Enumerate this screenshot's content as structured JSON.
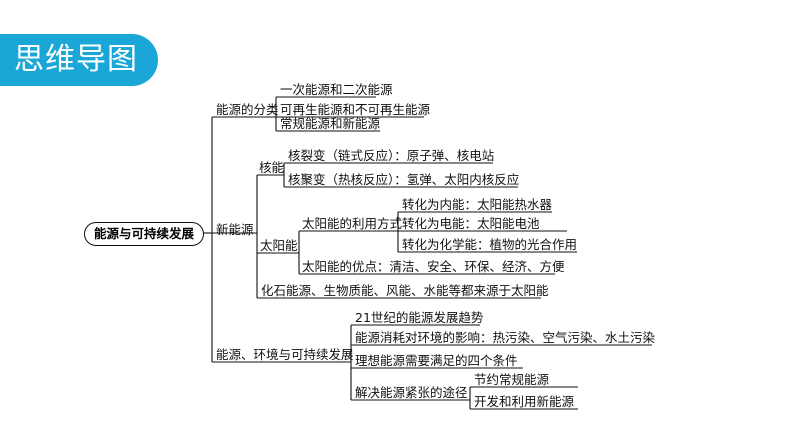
{
  "header": {
    "title": "思维导图"
  },
  "mindmap": {
    "root": "能源与可持续发展",
    "b1": {
      "label": "能源的分类",
      "items": [
        "一次能源和二次能源",
        "可再生能源和不可再生能源",
        "常规能源和新能源"
      ]
    },
    "b2": {
      "label": "新能源",
      "nuclear": {
        "label": "核能",
        "items": [
          "核裂变（链式反应）：原子弹、核电站",
          "核聚变（热核反应）：氢弹、太阳内核反应"
        ]
      },
      "solar": {
        "label": "太阳能",
        "use": {
          "label": "太阳能的利用方式",
          "items": [
            "转化为内能：太阳能热水器",
            "转化为电能：太阳能电池",
            "转化为化学能：植物的光合作用"
          ]
        },
        "merit": "太阳能的优点：清洁、安全、环保、经济、方便"
      },
      "fossil": "化石能源、生物质能、风能、水能等都来源于太阳能"
    },
    "b3": {
      "label": "能源、环境与可持续发展",
      "items": [
        "21世纪的能源发展趋势",
        "能源消耗对环境的影响：热污染、空气污染、水土污染",
        "理想能源需要满足的四个条件"
      ],
      "way": {
        "label": "解决能源紧张的途径",
        "items": [
          "节约常规能源",
          "开发和利用新能源"
        ]
      }
    }
  }
}
